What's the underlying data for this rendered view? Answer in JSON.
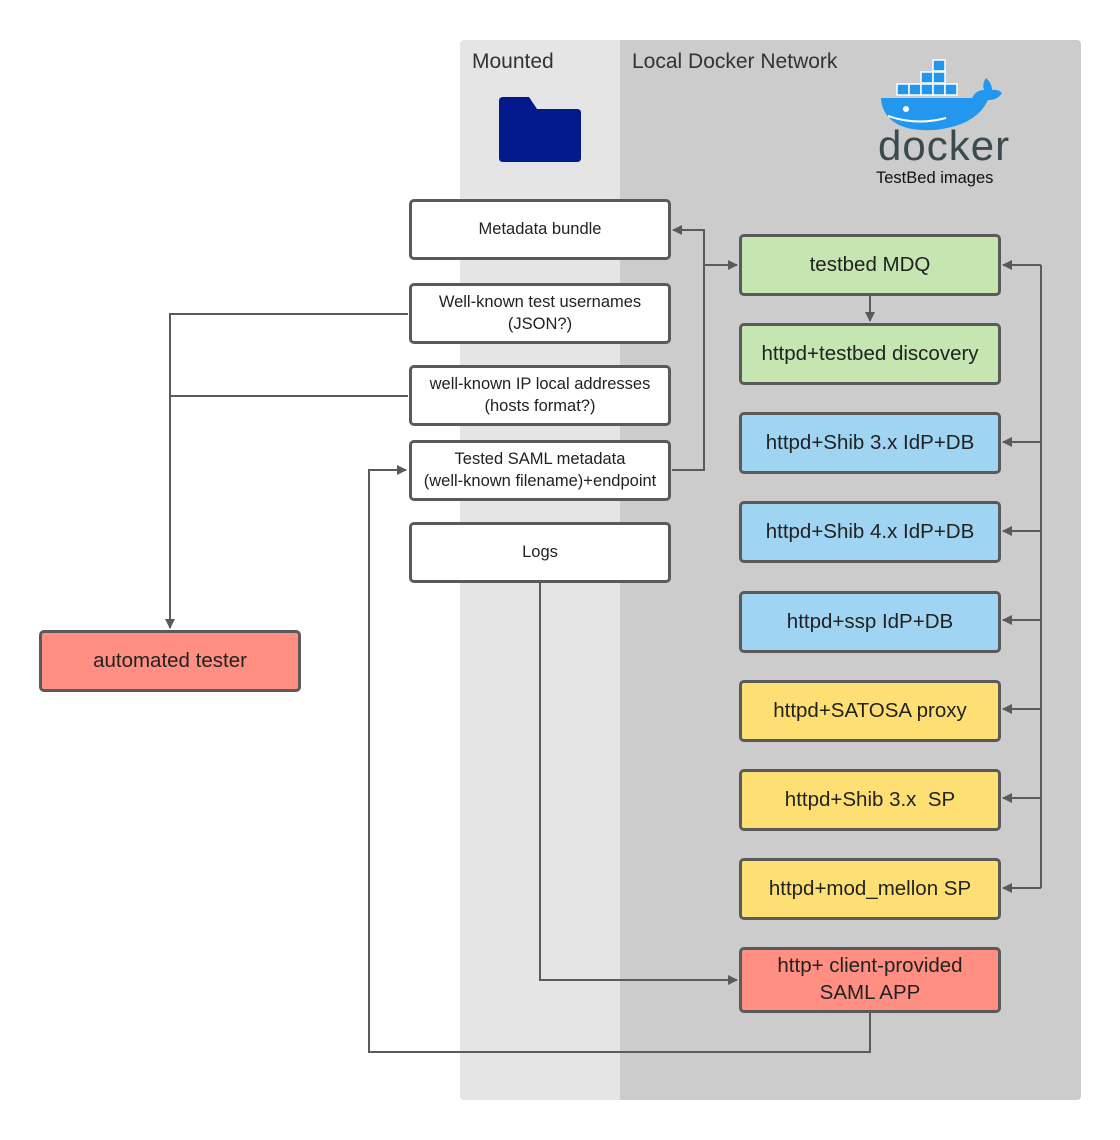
{
  "lanes": {
    "mounted": {
      "title": "Mounted"
    },
    "docker_network": {
      "title": "Local Docker Network"
    }
  },
  "docker_logo": {
    "wordmark": "docker",
    "caption": "TestBed images",
    "icon": "docker-whale-icon",
    "color": "#2396ed"
  },
  "folder_icon": {
    "icon": "folder-icon",
    "color": "#021a8c"
  },
  "mounted_items": {
    "metadata_bundle": "Metadata bundle",
    "usernames_line1": "Well-known test usernames",
    "usernames_line2": "(JSON?)",
    "ip_line1": "well-known IP local addresses",
    "ip_line2": "(hosts format?)",
    "saml_line1": "Tested SAML metadata",
    "saml_line2": "(well-known filename)+endpoint",
    "logs": "Logs"
  },
  "containers": {
    "mdq": "testbed MDQ",
    "discovery": "httpd+testbed discovery",
    "shib3_idp": "httpd+Shib 3.x IdP+DB",
    "shib4_idp": "httpd+Shib 4.x IdP+DB",
    "ssp_idp": "httpd+ssp IdP+DB",
    "satosa": "httpd+SATOSA proxy",
    "shib3_sp": "httpd+Shib 3.x  SP",
    "mellon_sp": "httpd+mod_mellon SP",
    "client_app_line1": "http+ client-provided",
    "client_app_line2": "SAML APP"
  },
  "external": {
    "automated_tester": "automated tester"
  },
  "colors": {
    "lane_mounted": "#e5e5e5",
    "lane_docker": "#cccccc",
    "green": "#c5e6b0",
    "blue": "#9fd4f2",
    "yellow": "#fedf74",
    "red": "#ff8f83",
    "line": "#5a5a5a"
  }
}
